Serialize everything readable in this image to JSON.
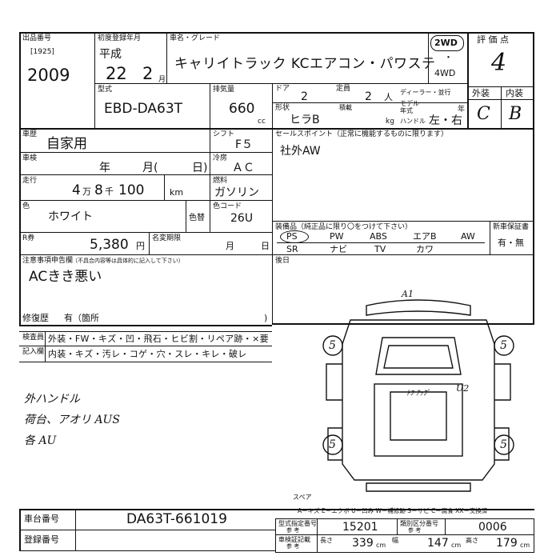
{
  "lot": {
    "label": "出品番号",
    "code": "[1925]",
    "number": "2009"
  },
  "reg_year": {
    "label": "初度登録年月",
    "era": "平成",
    "year": "22",
    "month": "2",
    "month_unit": "月"
  },
  "car": {
    "label": "車名・グレード",
    "name": "キャリイトラック KCエアコン・パワステ"
  },
  "drive": {
    "two": "2WD",
    "dot": "・",
    "four": "4WD"
  },
  "score": {
    "label": "評 価 点",
    "value": "4"
  },
  "model": {
    "label": "型式",
    "value": "EBD-DA63T"
  },
  "displacement": {
    "label": "排気量",
    "value": "660",
    "unit": "cc"
  },
  "doors": {
    "label": "ドア",
    "value": "2"
  },
  "capacity": {
    "label": "定員",
    "value": "2",
    "unit": "人"
  },
  "dealer": {
    "text": "ディーラー・並行"
  },
  "model_year": {
    "label": "モデル\n年式",
    "label1": "モデル",
    "label2": "年式",
    "unit": "年"
  },
  "shape": {
    "label": "形状",
    "value": "ヒラB"
  },
  "load": {
    "label": "積載",
    "unit": "kg"
  },
  "handle": {
    "label": "ハンドル",
    "value": "左・右"
  },
  "ext_int": {
    "ext_label": "外装",
    "int_label": "内装",
    "ext": "C",
    "int": "B"
  },
  "usage": {
    "label": "車歴",
    "value": "自家用"
  },
  "shift": {
    "label": "シフト",
    "value": "F５"
  },
  "sales": {
    "label": "セールスポイント（正常に機能するものに限ります）",
    "value": "社外AW"
  },
  "inspection": {
    "label": "車検",
    "year": "年",
    "month": "月(",
    "day": "日)"
  },
  "cooling": {
    "label": "冷房",
    "value": "ＡＣ"
  },
  "mileage": {
    "label": "走行",
    "man": "4",
    "man_u": "万",
    "sen": "8",
    "sen_u": "千",
    "rest": "100",
    "unit": "km"
  },
  "fuel": {
    "label": "燃料",
    "value": "ガソリン"
  },
  "color": {
    "label": "色",
    "value": "ホワイト",
    "change_label": "色替",
    "code_label": "色コード",
    "code": "26U"
  },
  "recycle": {
    "label": "R券",
    "value": "5,380",
    "unit": "円",
    "deadline_label": "名変期限",
    "month": "月",
    "day": "日"
  },
  "equipment": {
    "label": "装備品（純正品に限り〇をつけて下さい）",
    "row1": [
      "PS",
      "PW",
      "ABS",
      "エアB",
      "AW"
    ],
    "row2": [
      "SR",
      "ナビ",
      "TV",
      "カワ"
    ]
  },
  "warranty": {
    "label": "新車保証書",
    "value": "有・無"
  },
  "notes": {
    "label": "注意事項申告欄",
    "sub": "（不具合内容等は具体的に記入して下さい）",
    "value": "ACきき悪い"
  },
  "after_day": {
    "label": "後日"
  },
  "repair": {
    "label": "修復歴",
    "value": "有（箇所",
    "bracket": ")"
  },
  "inspector": {
    "label1": "検査員",
    "label2": "記入欄",
    "exterior": "外装・FW・キズ・凹・飛石・ヒビ割・リペア跡・×要",
    "interior": "内装・キズ・汚レ・コゲ・穴・スレ・キレ・破レ"
  },
  "handnotes": [
    "外ハンドル",
    "荷台、アオリ AUS",
    "各 AU"
  ],
  "diagram": {
    "a1": "A1",
    "u2": "U2",
    "hoppu": "ﾄﾌ ｱｯﾌﾟ",
    "n5": "5",
    "spare": "スペア"
  },
  "legend": "A－キズ  E－エクボ  U－凹み  W－補修跡  S－サビ  C－腐食  XX－交換済",
  "chassis": {
    "label": "車台番号",
    "value": "DA63T-661019"
  },
  "registration": {
    "label": "登録番号"
  },
  "type_no": {
    "label": "型式指定番号",
    "sub": "参 考",
    "value": "15201"
  },
  "class_no": {
    "label": "類別区分番号",
    "sub": "参 考",
    "value": "0006"
  },
  "cert": {
    "label": "車検証記載",
    "sub": "参 考",
    "len_l": "長さ",
    "len": "339",
    "wid_l": "幅",
    "wid": "147",
    "hgt_l": "高さ",
    "hgt": "179",
    "unit": "cm"
  }
}
